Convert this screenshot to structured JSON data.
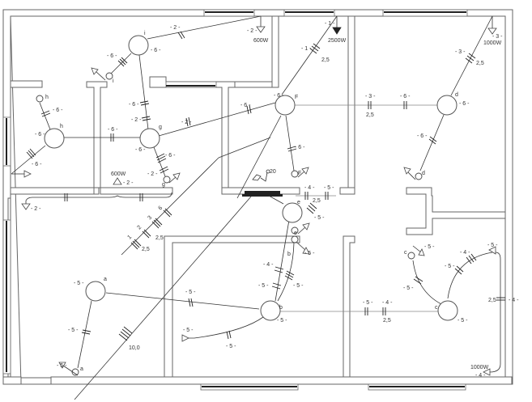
{
  "diagram": {
    "type": "electrical-floor-plan",
    "colors": {
      "wall": "#666666",
      "window": "#222222",
      "wire": "#333333",
      "background": "#ffffff"
    },
    "fixtures": [
      {
        "id": "i",
        "kind": "ceiling-lamp",
        "label": "i",
        "group": "- 6 -"
      },
      {
        "id": "h",
        "kind": "ceiling-lamp",
        "label": "h",
        "group": "- 6 -"
      },
      {
        "id": "g",
        "kind": "ceiling-lamp",
        "label": "g",
        "group": "- 6 -"
      },
      {
        "id": "F",
        "kind": "ceiling-lamp",
        "label": "F",
        "group": "- 6 -"
      },
      {
        "id": "d",
        "kind": "ceiling-lamp",
        "label": "d",
        "group": "- 6 -"
      },
      {
        "id": "e",
        "kind": "ceiling-lamp",
        "label": "e",
        "group": ""
      },
      {
        "id": "a",
        "kind": "ceiling-lamp",
        "label": "a",
        "group": "- 5 -"
      },
      {
        "id": "b",
        "kind": "ceiling-lamp",
        "label": "b",
        "group": "- 5 -"
      },
      {
        "id": "c",
        "kind": "ceiling-lamp",
        "label": "c",
        "group": "- 5 -"
      }
    ],
    "switches": [
      "i",
      "h",
      "g",
      "F",
      "d",
      "e",
      "b",
      "a",
      "c"
    ],
    "loads": [
      {
        "label": "600W",
        "circuit": "- 2 -"
      },
      {
        "label": "2500W",
        "circuit": "- 1 -"
      },
      {
        "label": "1000W",
        "circuit": "- 3 -"
      },
      {
        "label": "600W",
        "circuit": "- 2 -"
      },
      {
        "label": "1000W",
        "circuit": "- 4 -"
      }
    ],
    "circuit_labels": {
      "c1": "- 1 -",
      "c2": "- 2 -",
      "c3": "- 3 -",
      "c4": "- 4 -",
      "c5": "- 5 -",
      "c6": "- 6 -"
    },
    "cable_sizes": {
      "s25": "2,5",
      "s10": "10,0"
    },
    "panel_label": "20",
    "riser_labels": [
      "1",
      "2",
      "3",
      "6"
    ]
  }
}
